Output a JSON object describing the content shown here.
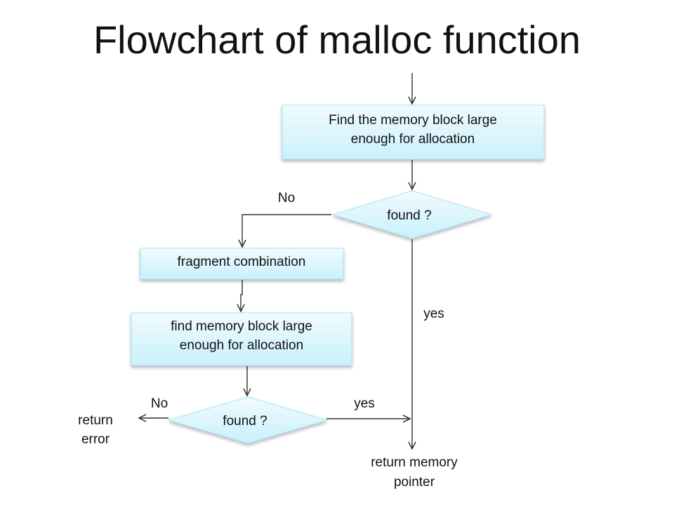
{
  "title": "Flowchart of malloc function",
  "nodes": {
    "find_block": {
      "line1": "Find the memory block large",
      "line2": "enough for allocation"
    },
    "found_1": {
      "label": "found ?"
    },
    "fragment": {
      "label": "fragment combination"
    },
    "find_block_2": {
      "line1": "find memory block large",
      "line2": "enough for allocation"
    },
    "found_2": {
      "label": "found ?"
    },
    "return_error": {
      "line1": "return",
      "line2": "error"
    },
    "return_pointer": {
      "line1": "return memory",
      "line2": "pointer"
    }
  },
  "edges": {
    "found_1_no": "No",
    "found_1_yes": "yes",
    "found_2_no": "No",
    "found_2_yes": "yes"
  },
  "colors": {
    "box_top": "#f0fbfe",
    "box_bottom": "#c9f0fb",
    "line": "#333333"
  }
}
